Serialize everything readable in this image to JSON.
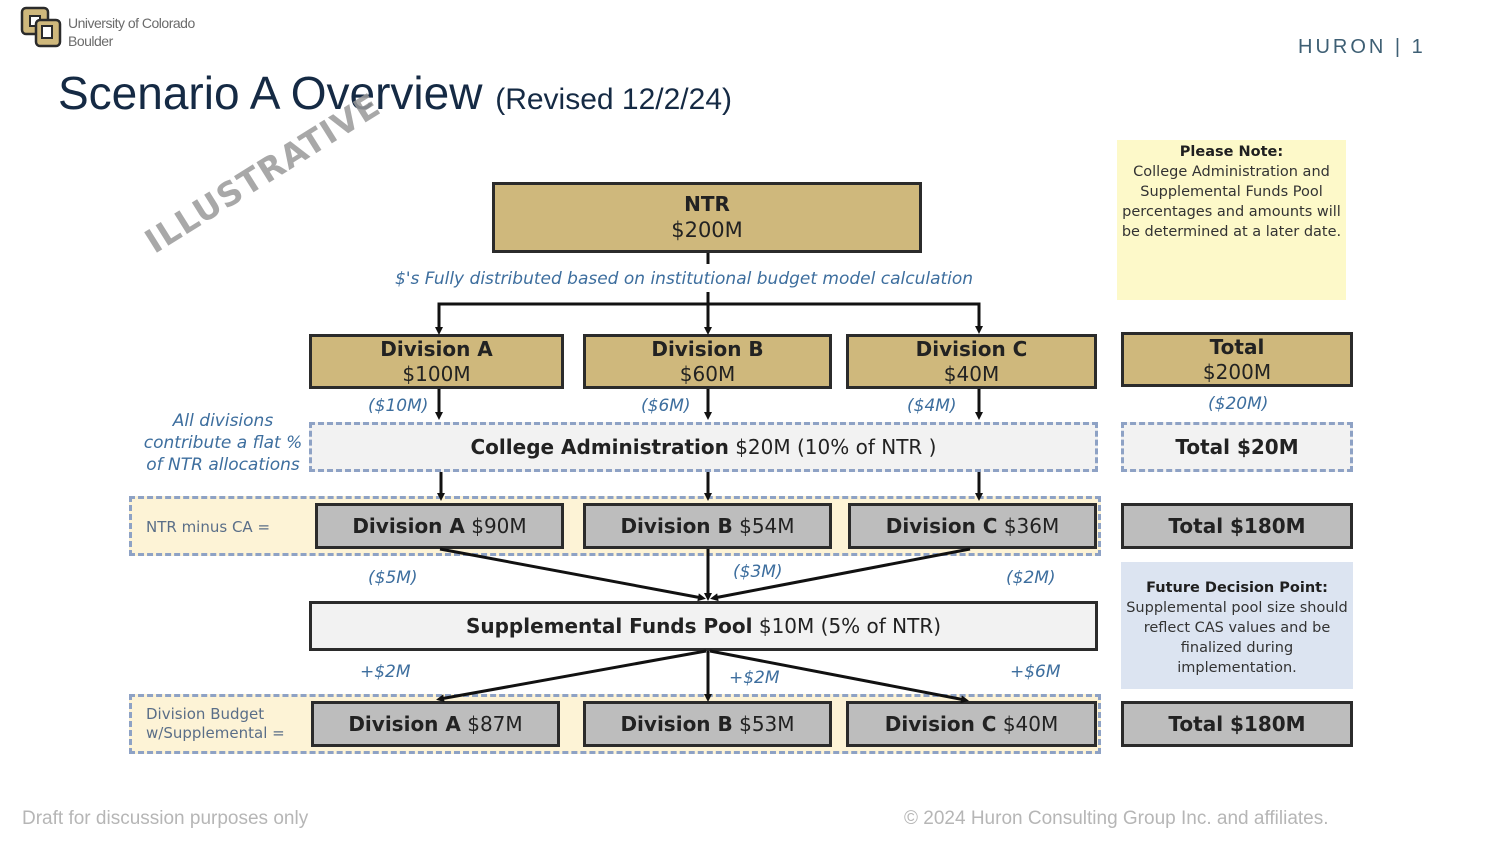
{
  "header": {
    "org_name_line1": "University of Colorado",
    "org_name_line2": "Boulder",
    "brand": "HURON | 1",
    "title": "Scenario A Overview",
    "title_suffix": "(Revised 12/2/24)",
    "watermark": "ILLUSTRATIVE"
  },
  "colors": {
    "gold": "#cfb87c",
    "grey": "#bdbdbd",
    "title_navy": "#152a44",
    "annotation_blue": "#3d6e9e",
    "dashed_border": "#8ea2c5",
    "note_yellow": "#fdf9c9",
    "decision_blue": "#dce4f1",
    "row_band": "#fdf3d6"
  },
  "ntr": {
    "label": "NTR",
    "value": "$200M"
  },
  "distribution_note": "$'s Fully distributed based on institutional budget model calculation",
  "please_note": {
    "heading": "Please Note:",
    "text": "College Administration and Supplemental Funds Pool percentages and amounts will be determined at a later date."
  },
  "divisions_initial": [
    {
      "label": "Division A",
      "value": "$100M",
      "contribution": "($10M)"
    },
    {
      "label": "Division B",
      "value": "$60M",
      "contribution": "($6M)"
    },
    {
      "label": "Division C",
      "value": "$40M",
      "contribution": "($4M)"
    }
  ],
  "total_initial": {
    "label": "Total",
    "value": "$200M",
    "contribution": "($20M)"
  },
  "college_admin": {
    "side_note": "All divisions contribute a flat % of NTR allocations",
    "label": "College Administration",
    "value": "$20M (10% of NTR )",
    "total": "Total $20M"
  },
  "ntr_minus_ca": {
    "row_label": "NTR minus CA =",
    "items": [
      {
        "label": "Division A",
        "value": "$90M",
        "contribution": "($5M)"
      },
      {
        "label": "Division B",
        "value": "$54M",
        "contribution": "($3M)"
      },
      {
        "label": "Division C",
        "value": "$36M",
        "contribution": "($2M)"
      }
    ],
    "total": "Total $180M"
  },
  "supplemental_pool": {
    "label": "Supplemental Funds Pool",
    "value": "$10M (5% of NTR)",
    "distributions": [
      "+$2M",
      "+$2M",
      "+$6M"
    ]
  },
  "decision_point": {
    "heading": "Future Decision Point:",
    "text": "Supplemental pool size should reflect CAS values and be finalized during implementation."
  },
  "final_budget": {
    "row_label": "Division Budget w/Supplemental =",
    "items": [
      {
        "label": "Division A",
        "value": "$87M"
      },
      {
        "label": "Division B",
        "value": "$53M"
      },
      {
        "label": "Division C",
        "value": "$40M"
      }
    ],
    "total": "Total $180M"
  },
  "footer": {
    "left": "Draft for discussion purposes only",
    "right": "© 2024 Huron Consulting Group Inc. and affiliates."
  }
}
